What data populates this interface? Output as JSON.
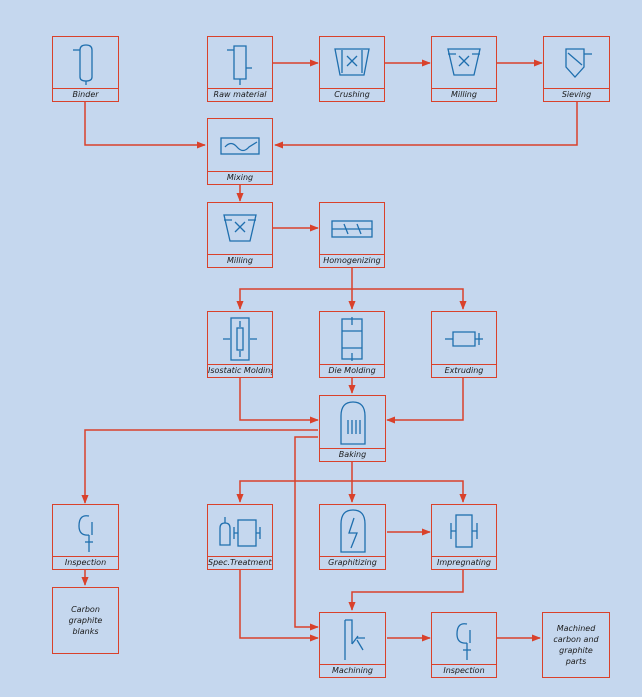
{
  "colors": {
    "background": "#c5d7ee",
    "line": "#d9412b",
    "icon": "#1f6fae",
    "text": "#1a1a1a"
  },
  "nodes": {
    "binder": {
      "label": "Binder",
      "icon": "tank-icon"
    },
    "raw_material": {
      "label": "Raw material",
      "icon": "tank-icon"
    },
    "crushing": {
      "label": "Crushing",
      "icon": "crusher-icon"
    },
    "milling1": {
      "label": "Milling",
      "icon": "mill-icon"
    },
    "sieving": {
      "label": "Sieving",
      "icon": "sieve-icon"
    },
    "mixing": {
      "label": "Mixing",
      "icon": "mixer-icon"
    },
    "milling2": {
      "label": "Milling",
      "icon": "mill-icon"
    },
    "homogenizing": {
      "label": "Homogenizing",
      "icon": "homogenizer-icon"
    },
    "isostatic": {
      "label": "Isostatic Molding",
      "icon": "isostatic-press-icon"
    },
    "die": {
      "label": "Die Molding",
      "icon": "die-press-icon"
    },
    "extruding": {
      "label": "Extruding",
      "icon": "extruder-icon"
    },
    "baking": {
      "label": "Baking",
      "icon": "furnace-icon"
    },
    "inspection1": {
      "label": "Inspection",
      "icon": "inspection-hook-icon"
    },
    "spec": {
      "label": "Spec.Treatments",
      "icon": "treatment-icon"
    },
    "graphitizing": {
      "label": "Graphitizing",
      "icon": "graphitizing-furnace-icon"
    },
    "impregnating": {
      "label": "Impregnating",
      "icon": "impregnation-vessel-icon"
    },
    "machining": {
      "label": "Machining",
      "icon": "machine-tool-icon"
    },
    "inspection2": {
      "label": "Inspection",
      "icon": "inspection-hook-icon"
    }
  },
  "outputs": {
    "blanks": "Carbon graphite blanks",
    "parts": "Machined carbon and graphite parts"
  }
}
